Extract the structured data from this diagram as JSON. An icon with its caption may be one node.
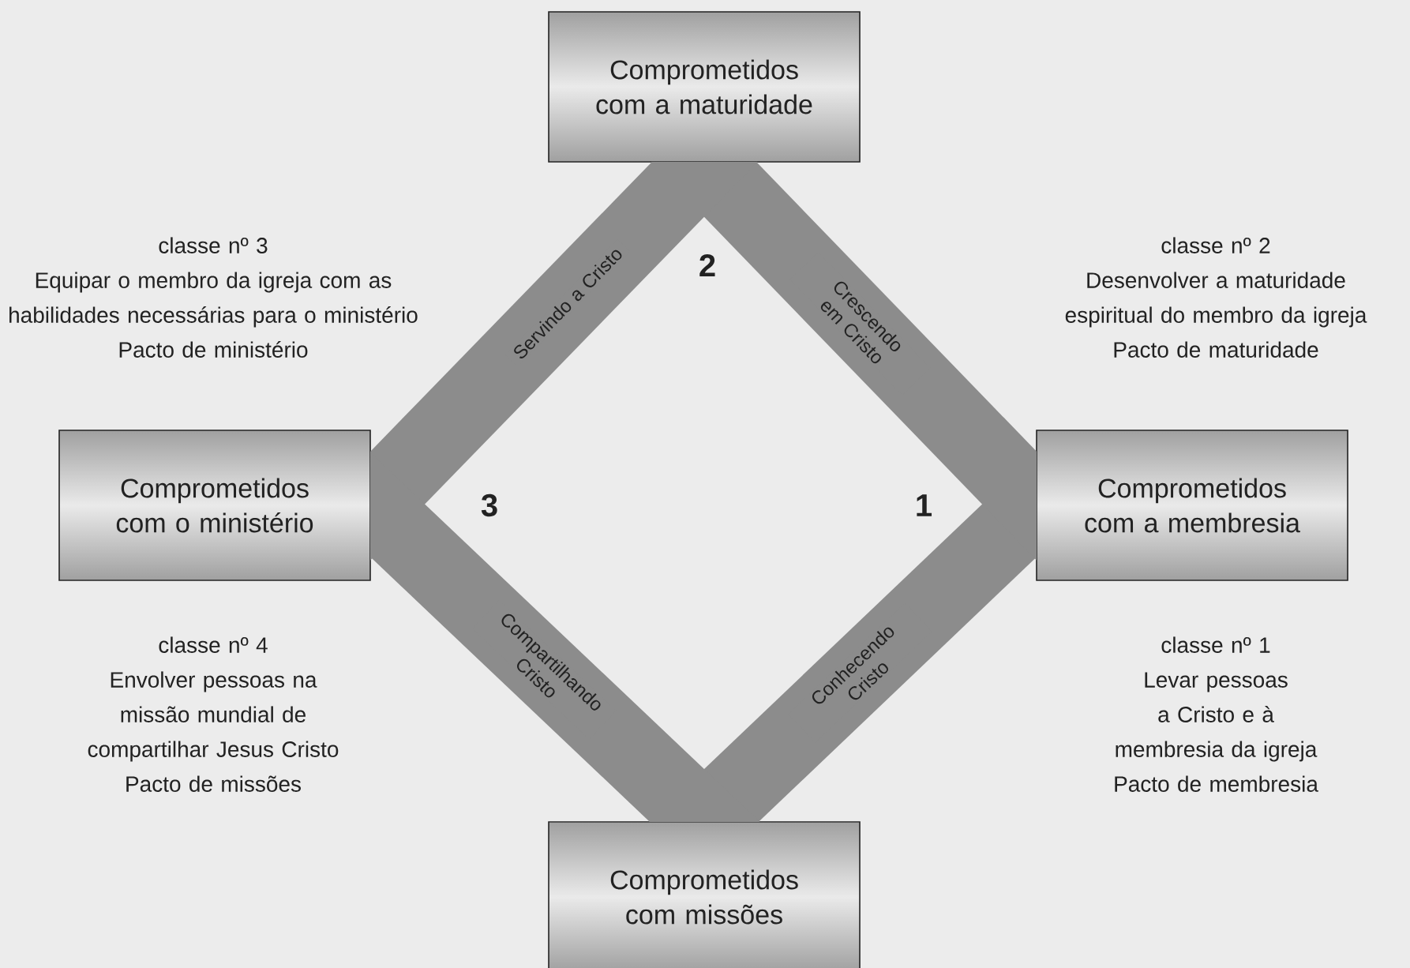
{
  "diagram": {
    "nodes": [
      {
        "text": [
          "Comprometidos com a maturidade"
        ]
      },
      {
        "text": [
          "Comprometidos com o ministério"
        ]
      },
      {
        "text": [
          "Comprometidos com a membresia"
        ]
      },
      {
        "text": [
          "Comprometidos com missões"
        ]
      }
    ],
    "edges": [
      {
        "from": 3,
        "to": 2,
        "arrow": "none",
        "label": "Conhecendo Cristo"
      },
      {
        "from": 2,
        "to": 0,
        "arrow": "none",
        "label": "Crescendo em Cristo"
      },
      {
        "from": 0,
        "to": 1,
        "arrow": "none",
        "label": "Servindo a Cristo"
      },
      {
        "from": 1,
        "to": 3,
        "arrow": "none",
        "label": "Compartilhando Cristo"
      }
    ],
    "labels": [
      "classe nº 3",
      "Equipar o membro da igreja com as habilidades necessárias para o ministério",
      "Pacto de ministério",
      "classe nº 2",
      "Desenvolver a maturidade espiritual do membro da igreja",
      "Pacto de maturidade",
      "2",
      "3",
      "1",
      "classe nº 4",
      "Envolver pessoas na missão mundial de compartilhar Jesus Cristo",
      "Pacto de missões",
      "classe nº 1",
      "Levar pessoas a Cristo e à membresia da igreja",
      "Pacto de membresia"
    ]
  }
}
